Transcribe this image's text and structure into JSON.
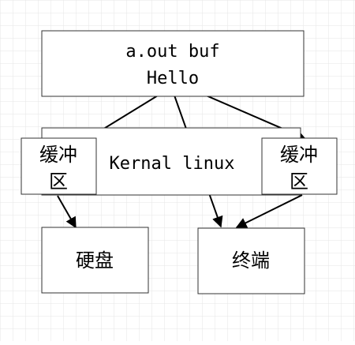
{
  "diagram": {
    "colors": {
      "grid_minor": "#e6e6e6",
      "grid_major": "#d0d0d0",
      "box_stroke": "#333333",
      "arrow": "#000000",
      "text": "#000000"
    },
    "nodes": {
      "buffer": {
        "line1": "a.out buf",
        "line2": "Hello"
      },
      "kernel": {
        "label": "Kernal linux"
      },
      "left_cache": {
        "line1": "缓冲",
        "line2": "区"
      },
      "right_cache": {
        "line1": "缓冲",
        "line2": "区"
      },
      "disk": {
        "label": "硬盘"
      },
      "terminal": {
        "label": "终端"
      }
    },
    "edges": [
      {
        "from": "buffer",
        "to": "left_cache"
      },
      {
        "from": "buffer",
        "to": "right_cache"
      },
      {
        "from": "buffer",
        "to": "terminal"
      },
      {
        "from": "left_cache",
        "to": "disk"
      },
      {
        "from": "right_cache",
        "to": "terminal"
      }
    ]
  }
}
